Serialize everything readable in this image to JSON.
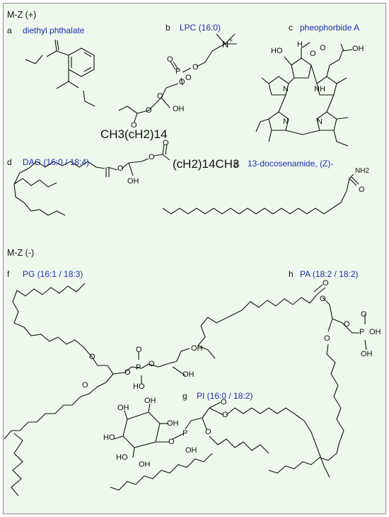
{
  "sections": {
    "positive": "M-Z (+)",
    "negative": "M-Z (-)"
  },
  "molecules": [
    {
      "letter": "a",
      "name": "diethyl phthalate"
    },
    {
      "letter": "b",
      "name": "LPC (16:0)",
      "chain": "CH3(cH2)14",
      "atoms": [
        "N",
        "+",
        "P",
        "O",
        "O",
        "O",
        "O",
        "O",
        "OH",
        "O",
        "O"
      ]
    },
    {
      "letter": "c",
      "name": "pheophorbide A",
      "atoms": [
        "HO",
        "H",
        "O",
        "O",
        "OH",
        "NH",
        "N",
        "N",
        "N"
      ]
    },
    {
      "letter": "d",
      "name": "DAG (16:0 / 18:4)",
      "chain": "(cH2)14CH3",
      "atoms": [
        "O",
        "O",
        "O",
        "OH"
      ]
    },
    {
      "letter": "e",
      "name": "13-docosenamide, (Z)-",
      "atoms": [
        "NH2",
        "O"
      ]
    },
    {
      "letter": "f",
      "name": "PG (16:1 / 18:3)",
      "atoms": [
        "O",
        "O",
        "P",
        "O",
        "O",
        "OH",
        "OH",
        "HO",
        "O"
      ]
    },
    {
      "letter": "g",
      "name": "PI (16:0 / 18:2)",
      "atoms": [
        "OH",
        "OH",
        "HO",
        "OH",
        "HO",
        "OH",
        "O",
        "P",
        "OH",
        "O",
        "O",
        "O"
      ]
    },
    {
      "letter": "h",
      "name": "PA (18:2 / 18:2)",
      "atoms": [
        "O",
        "O",
        "O",
        "P",
        "OH",
        "OH",
        "O",
        "O"
      ]
    }
  ]
}
